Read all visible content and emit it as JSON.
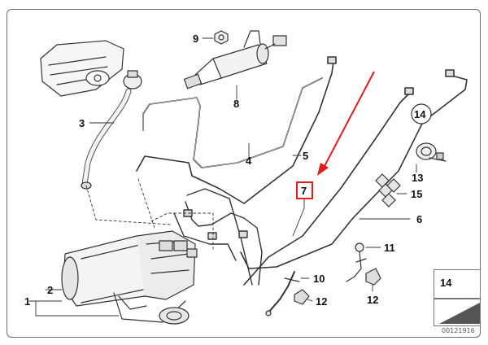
{
  "callouts": {
    "c1": "1",
    "c2": "2",
    "c3": "3",
    "c4": "4",
    "c5": "5",
    "c6": "6",
    "c7": "7",
    "c8": "8",
    "c9": "9",
    "c10": "10",
    "c11": "11",
    "c12a": "12",
    "c12b": "12",
    "c13": "13",
    "c14": "14",
    "c15": "15"
  },
  "legend_box": {
    "number": "14"
  },
  "diagram_id": "00121916",
  "highlight": {
    "part": "7",
    "color": "#e21b1b"
  }
}
